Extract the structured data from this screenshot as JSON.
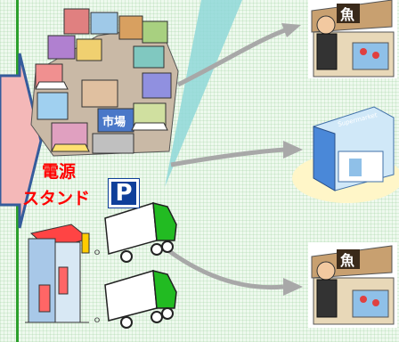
{
  "labels": {
    "power_label": "電源",
    "stand_label": "スタンド",
    "market_sign": "市場",
    "parking_sign": "P",
    "fish_sign": "魚",
    "supermarket_sign": "Supermarket"
  },
  "colors": {
    "background": "#eef9ee",
    "power_text": "#ff0000",
    "parking_bg": "#0f3f9a",
    "truck_green": "#22bb22",
    "arrow_gray": "#a8a8a8",
    "beam_teal": "#8fd8d8",
    "left_arrow_pink": "#f4b8b8",
    "left_arrow_border": "#355c9c"
  }
}
